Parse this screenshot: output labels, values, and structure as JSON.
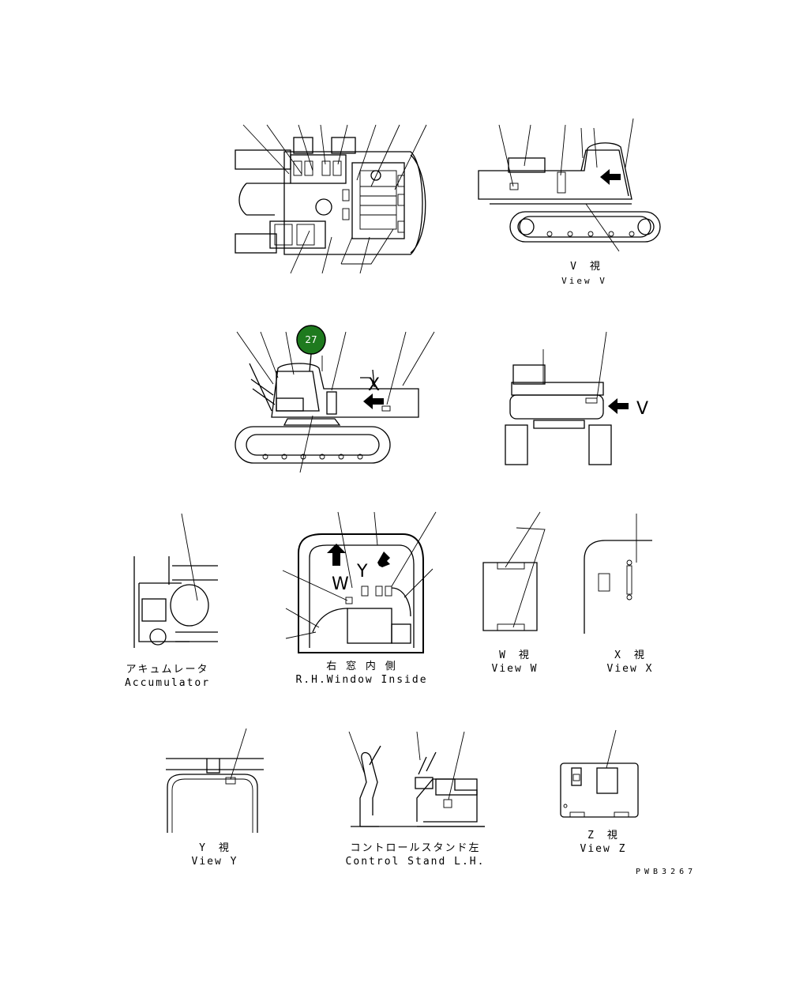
{
  "callout": {
    "number": "27",
    "color": "#1e7a1e"
  },
  "views": {
    "view_v": {
      "jp": "V　視",
      "en": "View V"
    },
    "accumulator": {
      "jp": "アキュムレータ",
      "en": "Accumulator"
    },
    "rh_window": {
      "jp": "右 窓 内 側",
      "en": "R.H.Window Inside"
    },
    "view_w": {
      "jp": "W　視",
      "en": "View W"
    },
    "view_x": {
      "jp": "X　視",
      "en": "View X"
    },
    "view_y": {
      "jp": "Y　視",
      "en": "View Y"
    },
    "control_stand": {
      "jp": "コントロールスタンド左",
      "en": "Control Stand L.H."
    },
    "view_z": {
      "jp": "Z　視",
      "en": "View Z"
    }
  },
  "letters": {
    "v": "V",
    "w": "W",
    "x": "X",
    "y": "Y"
  },
  "drawing_number": "PWB3267"
}
